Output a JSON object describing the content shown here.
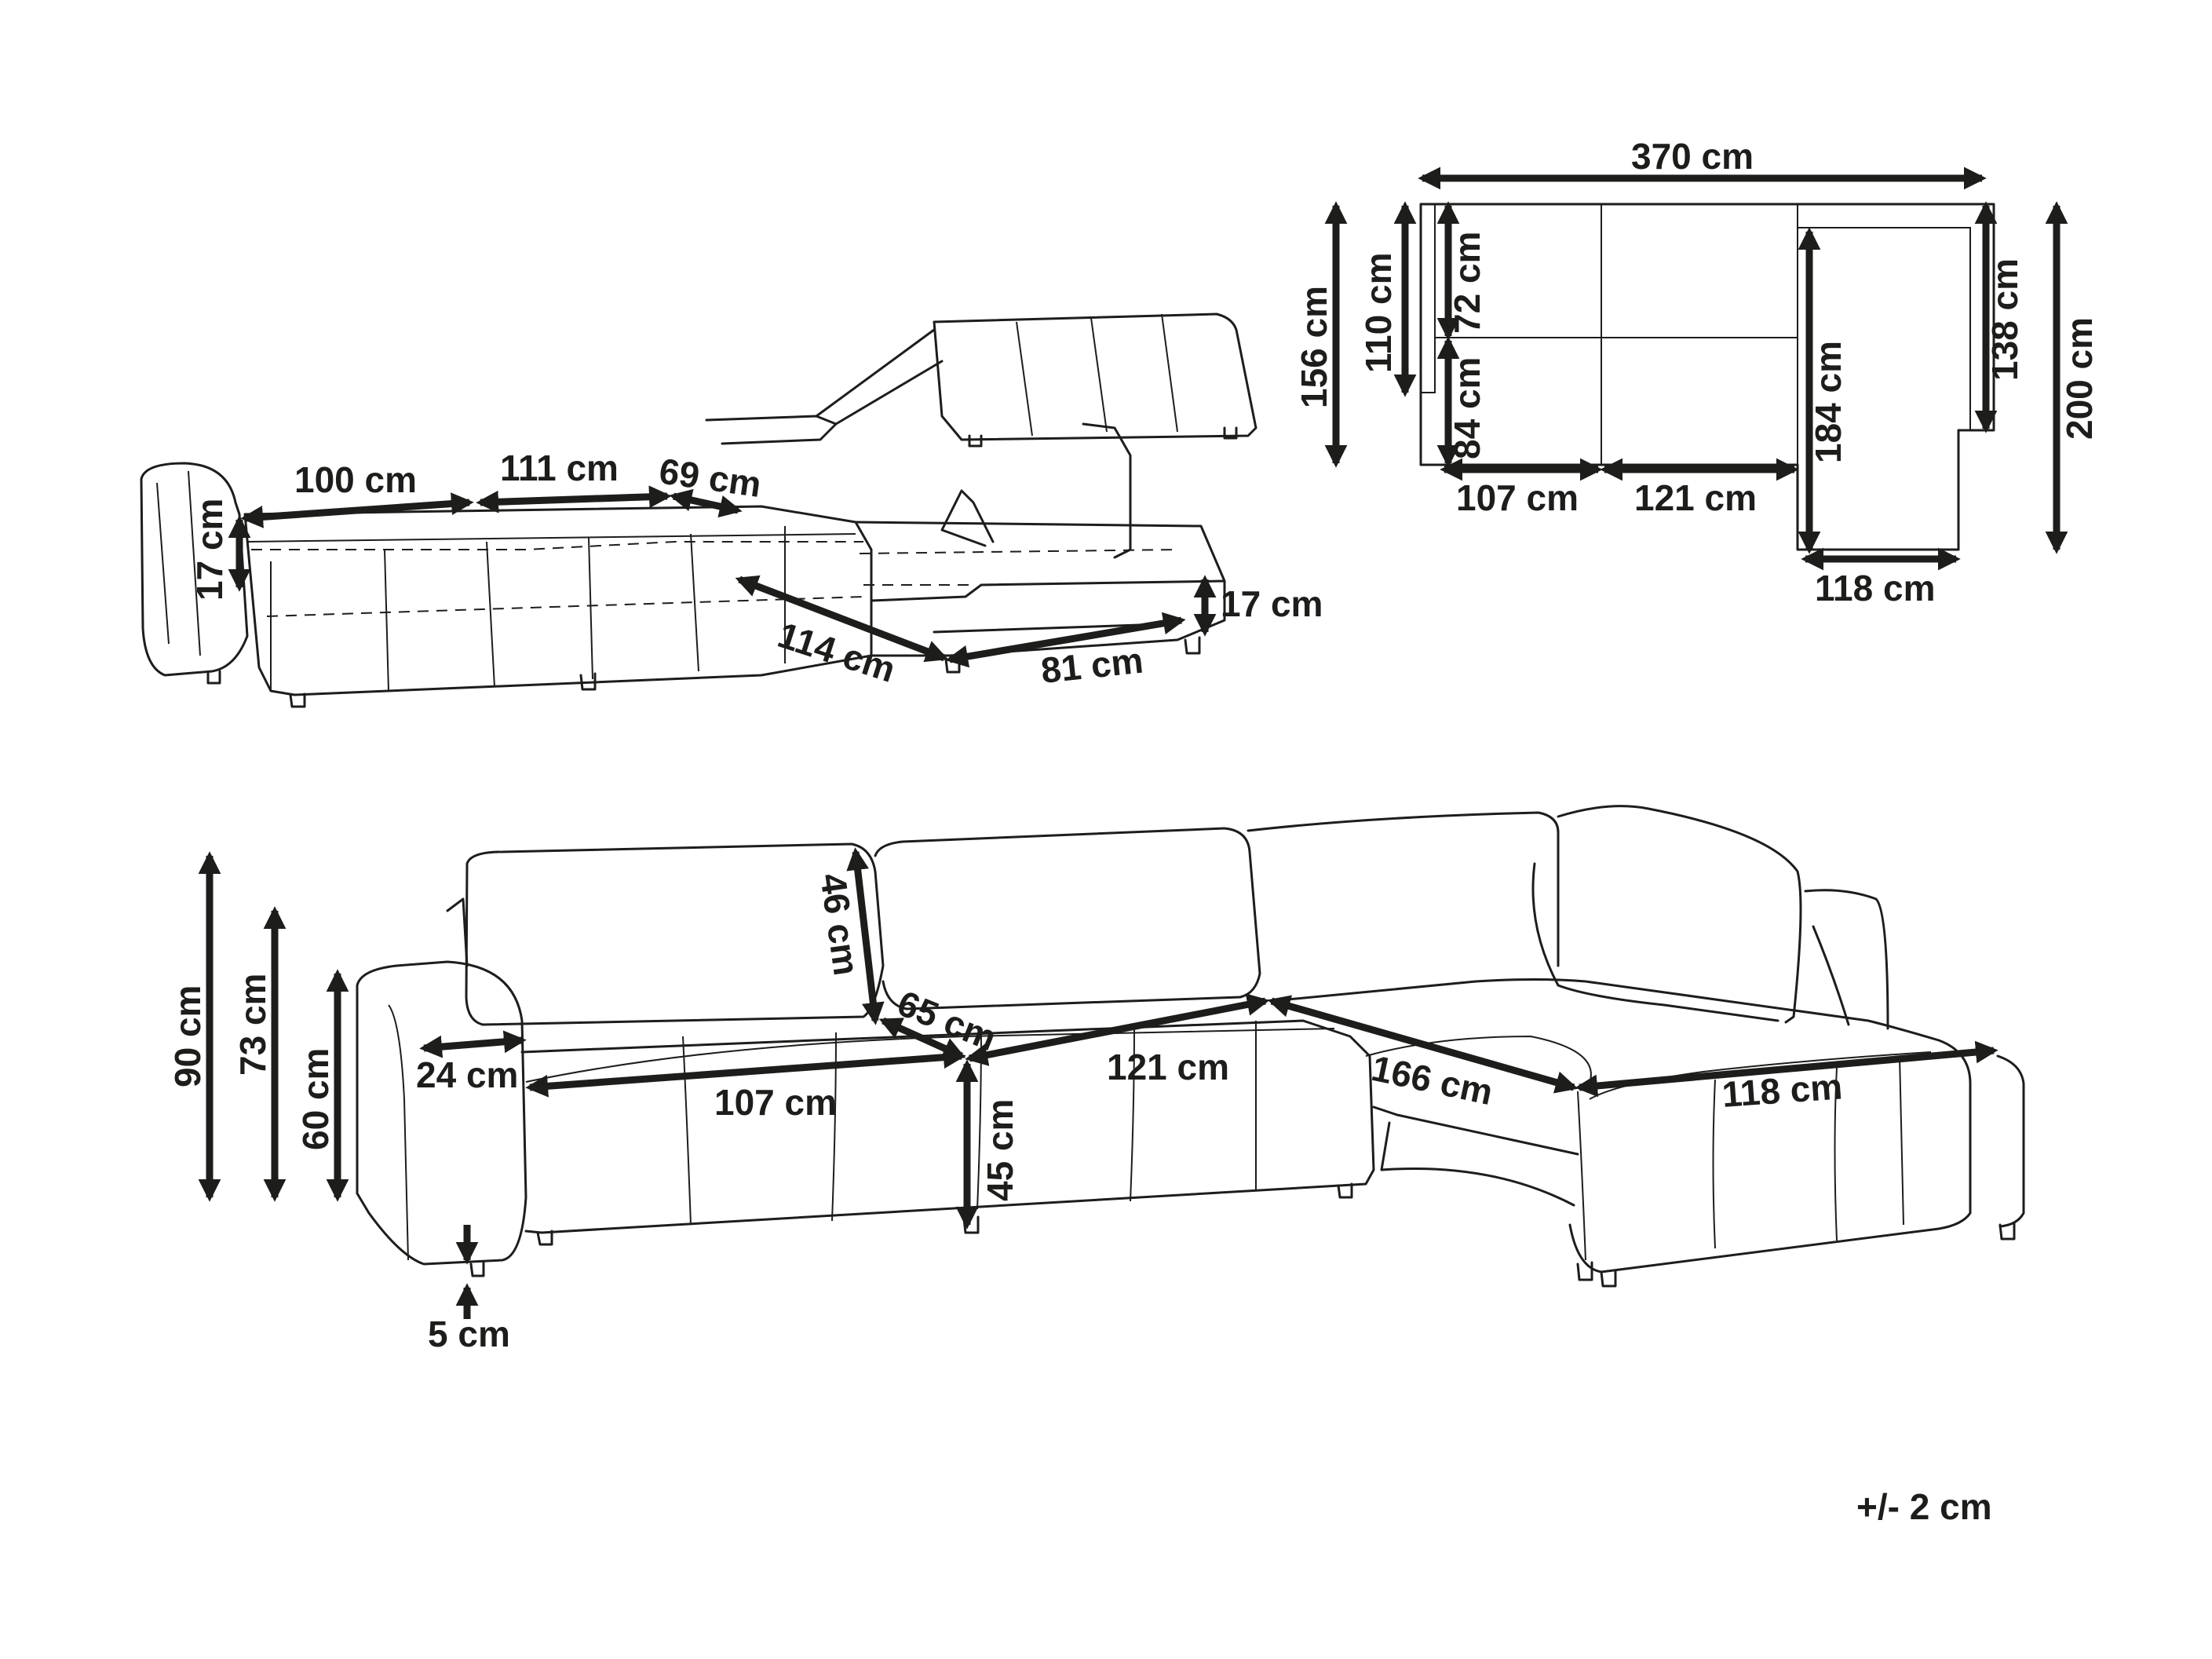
{
  "diagram": {
    "bed_view": {
      "labels": {
        "d100": "100 cm",
        "d111": "111 cm",
        "d69": "69 cm",
        "d17_left": "17 cm",
        "d17_right": "17 cm",
        "d114": "114 cm",
        "d81": "81 cm"
      }
    },
    "top_view": {
      "labels": {
        "d370": "370 cm",
        "d156": "156 cm",
        "d110": "110 cm",
        "d72": "72 cm",
        "d84": "84 cm",
        "d107": "107 cm",
        "d121": "121 cm",
        "d184": "184 cm",
        "d138": "138 cm",
        "d200": "200 cm",
        "d118": "118 cm"
      }
    },
    "sofa_view": {
      "labels": {
        "d90": "90 cm",
        "d73": "73 cm",
        "d60": "60 cm",
        "d46": "46 cm",
        "d65": "65 cm",
        "d24": "24 cm",
        "d107": "107 cm",
        "d121": "121 cm",
        "d45": "45 cm",
        "d166": "166 cm",
        "d118": "118 cm",
        "d5": "5 cm"
      }
    },
    "tolerance": "+/- 2 cm"
  }
}
